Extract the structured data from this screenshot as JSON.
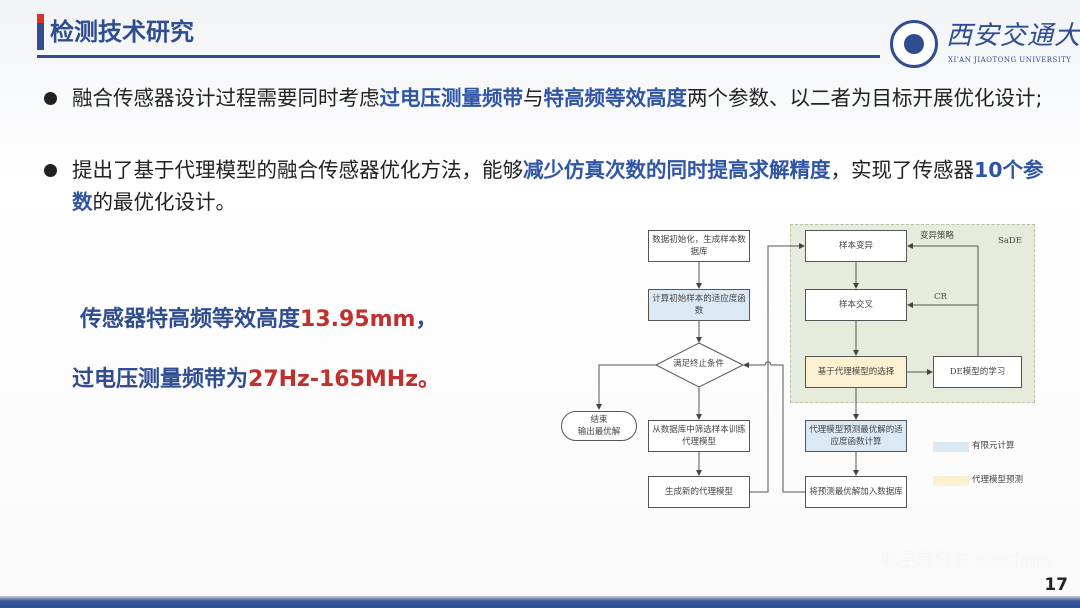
{
  "header": {
    "title": "检测技术研究",
    "logo_cn": "西安交通大學",
    "logo_en": "XI'AN JIAOTONG UNIVERSITY"
  },
  "bullets": [
    {
      "parts": [
        "融合传感器设计过程需要同时考虑",
        "过电压测量频带",
        "与",
        "特高频等效高度",
        "两个参数、以二者为目标开展优化设计;"
      ]
    },
    {
      "parts": [
        "提出了基于代理模型的融合传感器优化方法，能够",
        "减少仿真次数的同时提高求解精度",
        "，实现了传感器",
        "10个参数",
        "的最优化设计。"
      ]
    }
  ],
  "results": {
    "line1_label": "传感器特高频等效高度",
    "line1_value": "13.95mm",
    "line1_end": "，",
    "line2_label": "过电压测量频带为",
    "line2_value": "27Hz-165MHz。"
  },
  "flowchart": {
    "init": "数据初始化，生成样本数据库",
    "calc_fitness": "计算初始样本的适应度函数",
    "terminate": "满足终止条件",
    "end": "结束\n输出最优解",
    "filter": "从数据库中筛选样本训练代理模型",
    "new_model": "生成新的代理模型",
    "sade_label": "SaDE",
    "mutation": "样本变异",
    "crossover": "样本交叉",
    "select": "基于代理模型的选择",
    "de_learn": "DE模型的学习",
    "predict": "代理模型预测最优解的适应度函数计算",
    "add_db": "将预测最优解加入数据库",
    "mutation_strategy": "变异策略",
    "cr": "CR",
    "legend_fem": "有限元计算",
    "legend_surrogate": "代理模型预测"
  },
  "footer": {
    "page": "17",
    "watermark": "电子发烧友 elecfans"
  },
  "colors": {
    "brand": "#2f4d8f",
    "highlight": "#2f55a4",
    "red": "#c0302e",
    "fem": "#dbe9f4",
    "surrogate": "#fbf0cf"
  }
}
